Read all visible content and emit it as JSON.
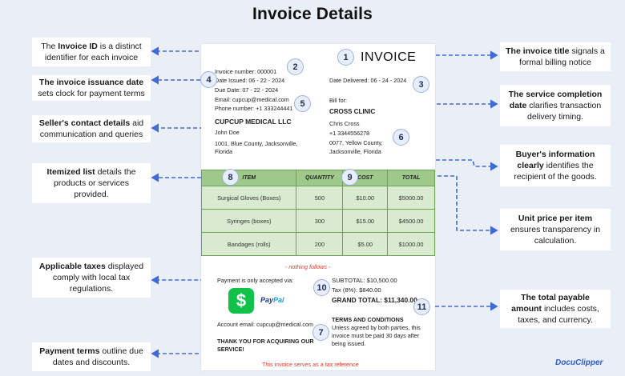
{
  "title": "Invoice Details",
  "notes": {
    "n1": {
      "pre": "The ",
      "bold": "Invoice ID",
      "post": " is a distinct identifier for each invoice"
    },
    "n2": {
      "pre": "",
      "bold": "The invoice issuance date",
      "post": " sets clock for payment terms"
    },
    "n3": {
      "pre": "",
      "bold": "Seller's contact details",
      "post": " aid communication and queries"
    },
    "n4": {
      "pre": "",
      "bold": "Itemized list",
      "post": " details the products or services provided."
    },
    "n5": {
      "pre": "",
      "bold": "Applicable taxes",
      "post": " displayed comply with local tax regulations."
    },
    "n6": {
      "pre": "",
      "bold": "Payment terms",
      "post": " outline due dates and discounts."
    },
    "n7": {
      "pre": "",
      "bold": "The invoice title",
      "post": " signals a formal billing notice"
    },
    "n8": {
      "pre": "",
      "bold": "The service completion date",
      "post": " clarifies transaction delivery timing."
    },
    "n9": {
      "pre": "",
      "bold": "Buyer's information clearly",
      "post": " identifies the recipient of the goods."
    },
    "n10": {
      "pre": "",
      "bold": "Unit price per item",
      "post": " ensures transparency in calculation."
    },
    "n11": {
      "pre": "",
      "bold": "The total payable amount",
      "post": " includes costs, taxes, and currency."
    }
  },
  "badges": [
    "1",
    "2",
    "3",
    "4",
    "5",
    "6",
    "7",
    "8",
    "9",
    "10",
    "11"
  ],
  "invoice": {
    "heading": "INVOICE",
    "invoice_number": "Invoice number: 000001",
    "date_issued": "Date Issued: 06 - 22 - 2024",
    "due_date": "Due Date: 07 - 22 - 2024",
    "email": "Email: cupcup@medical.com",
    "phone": "Phone number: +1 333244441",
    "seller_name": "CUPCUP MEDICAL LLC",
    "seller_contact": "John Doe",
    "seller_addr1": "1001, Blue County, Jacksonville,",
    "seller_addr2": "Florida",
    "date_delivered": "Date Delivered: 06 - 24 - 2024",
    "bill_for": "Bill for:",
    "buyer_name": "CROSS CLINIC",
    "buyer_contact": "Chris Cross",
    "buyer_phone": "+1 3344556278",
    "buyer_addr1": "0077, Yellow County,",
    "buyer_addr2": "Jacksonville, Florida",
    "columns": [
      "ITEM",
      "QUANTITY",
      "COST",
      "TOTAL"
    ],
    "rows": [
      [
        "Surgical Gloves (Boxes)",
        "500",
        "$10.00",
        "$5000.00"
      ],
      [
        "Syringes (boxes)",
        "300",
        "$15.00",
        "$4500.00"
      ],
      [
        "Bandages (rolls)",
        "200",
        "$5.00",
        "$1000.00"
      ]
    ],
    "nothing_follows": "- nothing follows -",
    "payment_accepted": "Payment is only accepted via:",
    "cashapp_symbol": "$",
    "paypal_a": "Pay",
    "paypal_b": "Pal",
    "account_email": "Account email: cupcup@medical.com",
    "thanks1": "THANK YOU FOR ACQUIRING OUR",
    "thanks2": "SERVICE!",
    "subtotal": "SUBTOTAL: $10,500.00",
    "tax": "Tax (8%): $840.00",
    "grand_total": "GRAND TOTAL: $11,340.00",
    "terms_title": "TERMS AND CONDITIONS",
    "terms1": "Unless agreed by both parties, this",
    "terms2": "invoice must be paid 30 days after",
    "terms3": "being issued.",
    "tax_reference": "This invoice serves as a tax reference"
  },
  "logo": "DocuClipper",
  "colors": {
    "background": "#e9eef7",
    "connector": "#3f6bd6",
    "table_header": "#9fc88b",
    "table_row": "#d8ebd0"
  }
}
